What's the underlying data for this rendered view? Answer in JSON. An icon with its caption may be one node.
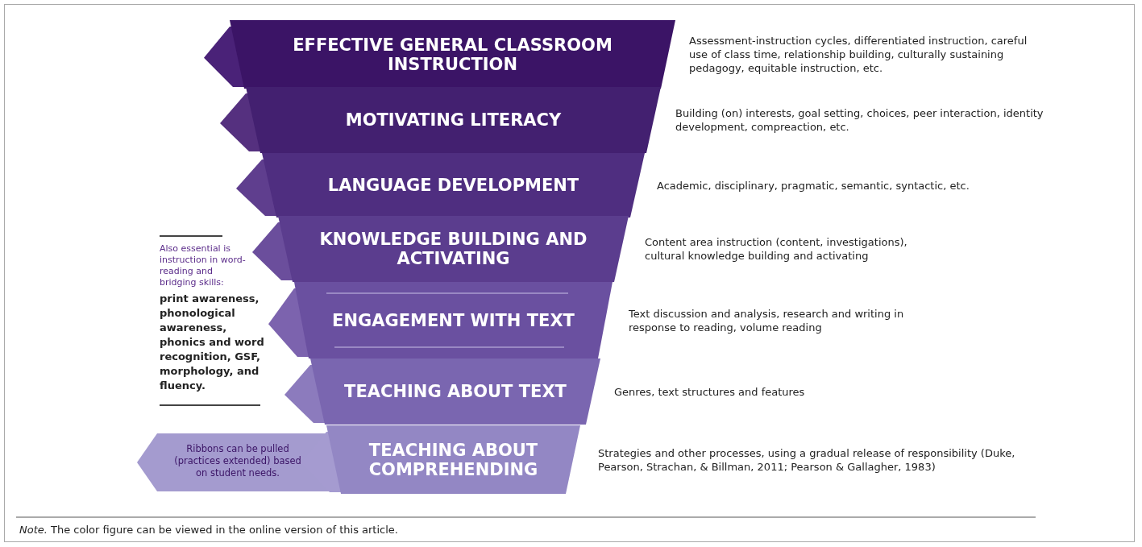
{
  "diagram": {
    "caption": "*Note.* The color figure can be viewed in the online version of this article.",
    "nodes": [
      {
        "text": [
          "EFFECTIVE GENERAL CLASSROOM INSTRUCTION"
        ],
        "beside": [
          "Assessment-instruction cycles, differentiated instruction, careful use of class time, relationship building, culturally sustaining pedagogy, equitable instruction, etc."
        ]
      },
      {
        "text": [
          "MOTIVATING LITERACY"
        ],
        "beside": [
          "Building (on) interests, goal setting, choices, peer interaction, identity development, compreaction, etc."
        ]
      },
      {
        "text": [
          "LANGUAGE DEVELOPMENT"
        ],
        "beside": [
          "Academic, disciplinary, pragmatic, semantic, syntactic, etc."
        ]
      },
      {
        "text": [
          "KNOWLEDGE BUILDING AND ACTIVATING"
        ],
        "beside": [
          "Content area instruction (content, investigations), cultural knowledge building and activating"
        ]
      },
      {
        "text": [
          "ENGAGEMENT WITH TEXT"
        ],
        "beside": [
          "Text discussion and analysis, research and writing in response to reading, volume reading"
        ]
      },
      {
        "text": [
          "TEACHING ABOUT TEXT"
        ],
        "beside": [
          "Genres, text structures and features"
        ]
      },
      {
        "text": [
          "TEACHING ABOUT COMPREHENDING"
        ],
        "beside": [
          "Strategies and other processes, using a gradual release of responsibility (Duke, Pearson, Strachan, & Billman, 2011; Pearson & Gallagher, 1983)"
        ]
      },
      {
        "text": [
          "Ribbons can be pulled (practices extended) based on student needs."
        ]
      }
    ],
    "labels": [
      "Also essential is instruction in word-reading and bridging skills:",
      "print awareness, phonological awareness, phonics and word recognition, GSF, morphology, and fluency."
    ]
  }
}
